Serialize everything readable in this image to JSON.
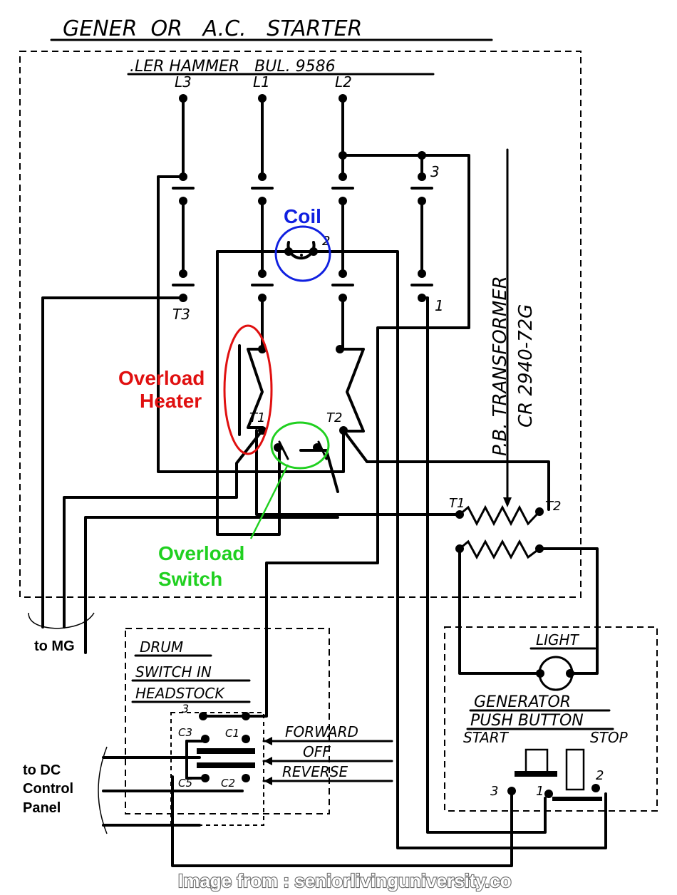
{
  "title": "GENER  OR   A.C.   STARTER",
  "maker": ".LER HAMMER   BUL. 9586",
  "terminals": {
    "l3": "L3",
    "l1": "L1",
    "l2": "L2",
    "t3": "T3",
    "t1": "T1",
    "t2": "T2",
    "aux3": "3",
    "aux1": "1",
    "coil2": "2",
    "tr_t1": "T1",
    "tr_t2": "T2",
    "pb3": "3",
    "pb1": "1",
    "pb2": "2",
    "c3": "C3",
    "c1": "C1",
    "c5": "C5",
    "c2": "C2",
    "drum3": "3"
  },
  "transformer": {
    "line1": "P.B. TRANSFORMER",
    "line2": "CR 2940-72G"
  },
  "annotations": {
    "coil": "Coil",
    "overload_heater_1": "Overload",
    "overload_heater_2": "Heater",
    "overload_switch_1": "Overload",
    "overload_switch_2": "Switch",
    "to_mg": "to MG",
    "to_dc_1": "to DC",
    "to_dc_2": "Control",
    "to_dc_3": "Panel"
  },
  "drum": {
    "line1": "DRUM",
    "line2": "SWITCH IN",
    "line3": "HEADSTOCK"
  },
  "drum_positions": {
    "forward": "FORWARD",
    "off": "OFF",
    "reverse": "REVERSE"
  },
  "pushbutton": {
    "light": "LIGHT",
    "line1": "GENERATOR",
    "line2": "PUSH BUTTON",
    "start": "START",
    "stop": "STOP"
  },
  "caption": "Image from : seniorlivinguniversity.co",
  "colors": {
    "heater": "#e01010",
    "coil": "#1020e0",
    "switch": "#20d020"
  }
}
